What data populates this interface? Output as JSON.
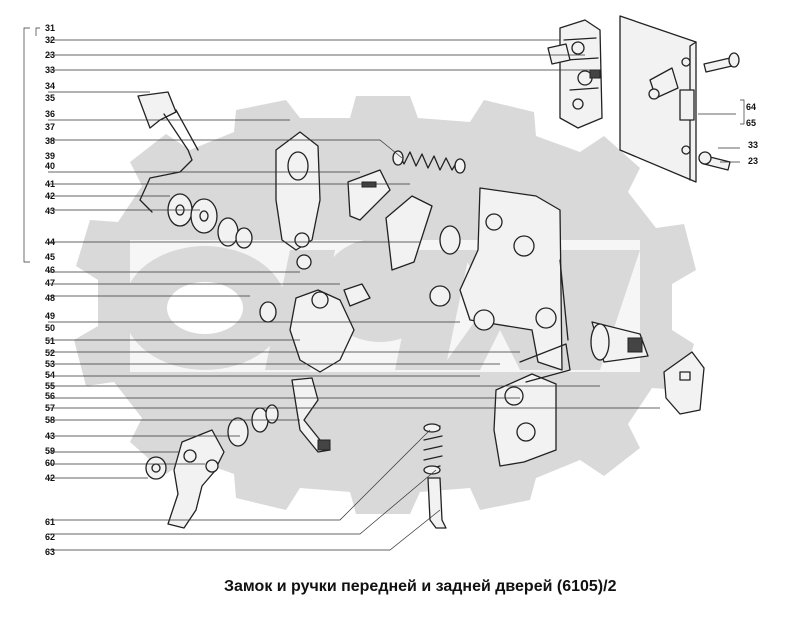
{
  "title": "Замок и ручки передней и задней дверей (6105)/2",
  "callouts_left": [
    "31",
    "32",
    "23",
    "33",
    "34",
    "35",
    "36",
    "37",
    "38",
    "39",
    "40",
    "41",
    "42",
    "43",
    "44",
    "45",
    "46",
    "47",
    "48",
    "49",
    "50",
    "51",
    "52",
    "53",
    "54",
    "55",
    "56",
    "57",
    "58",
    "43",
    "59",
    "60",
    "42",
    "61",
    "62",
    "63"
  ],
  "callouts_right": [
    "64",
    "65",
    "33",
    "23"
  ]
}
